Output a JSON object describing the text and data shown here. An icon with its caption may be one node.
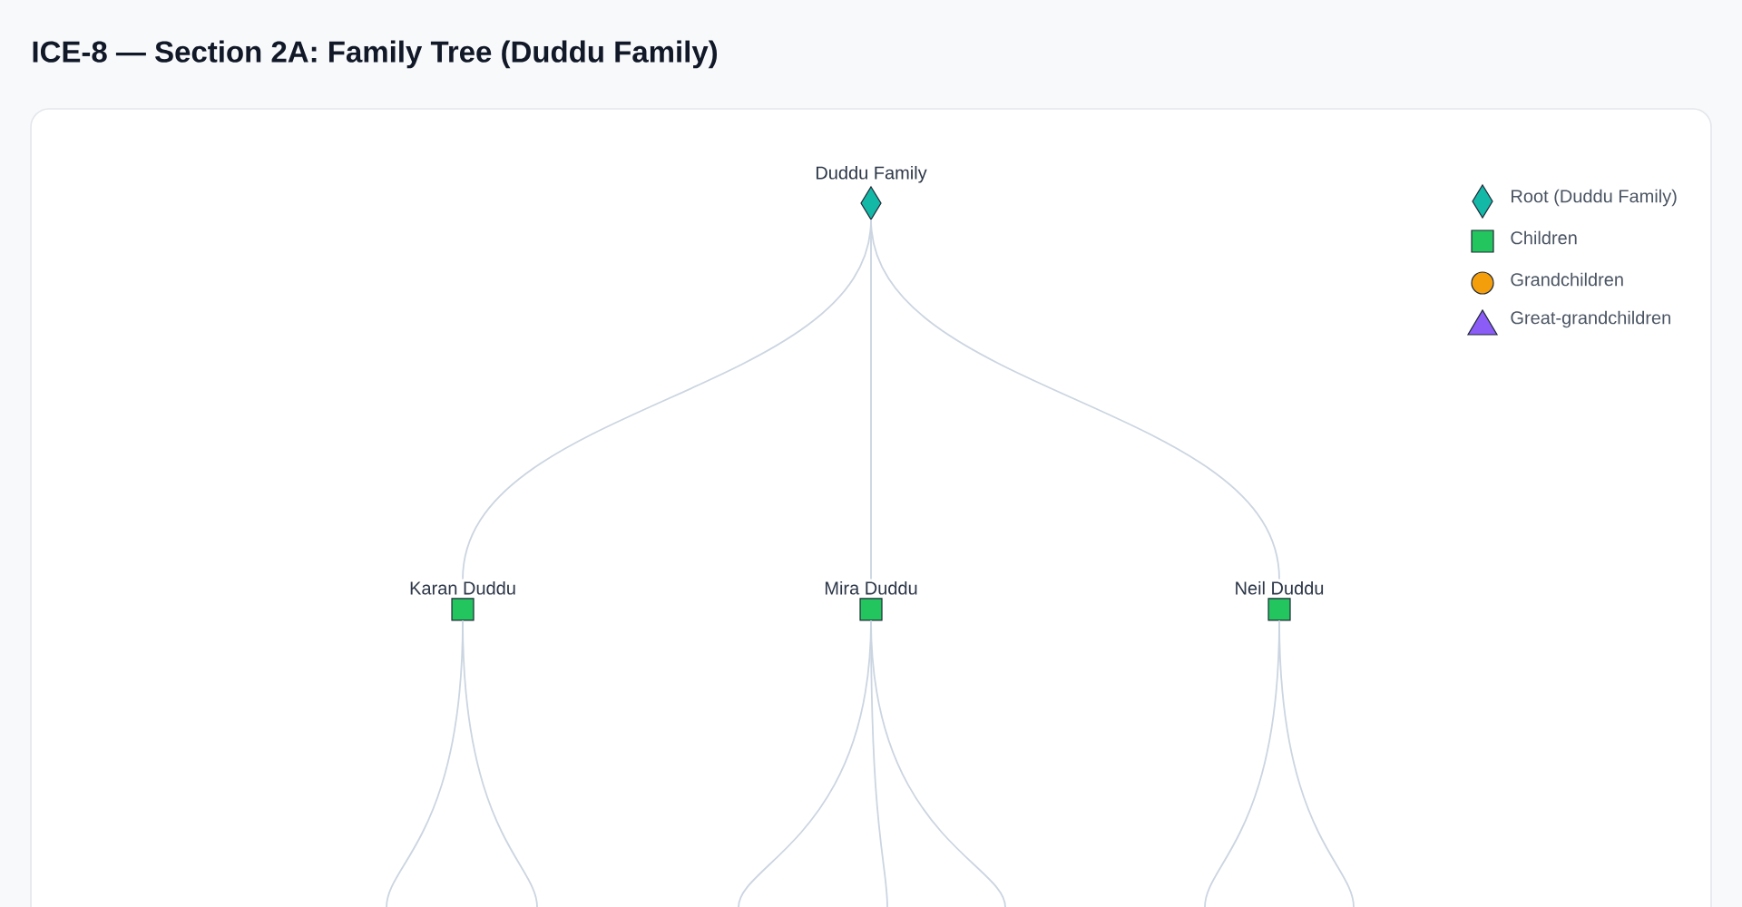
{
  "diagram": {
    "title": "ICE-8 — Section 2A: Family Tree (Duddu Family)",
    "nodes": [
      {
        "text": [
          "Duddu Family"
        ]
      },
      {
        "text": [
          "Karan Duddu"
        ]
      },
      {
        "text": [
          "Mira Duddu"
        ]
      },
      {
        "text": [
          "Neil Duddu"
        ]
      }
    ],
    "edges": [
      {
        "from": 0,
        "to": 1,
        "arrow": "none"
      },
      {
        "from": 0,
        "to": 2,
        "arrow": "none"
      },
      {
        "from": 0,
        "to": 3,
        "arrow": "none"
      },
      {
        "from": 1,
        "to": null,
        "arrow": "none"
      },
      {
        "from": 1,
        "to": null,
        "arrow": "none"
      },
      {
        "from": 2,
        "to": null,
        "arrow": "none"
      },
      {
        "from": 2,
        "to": null,
        "arrow": "none"
      },
      {
        "from": 2,
        "to": null,
        "arrow": "none"
      },
      {
        "from": 3,
        "to": null,
        "arrow": "none"
      },
      {
        "from": 3,
        "to": null,
        "arrow": "none"
      }
    ],
    "legend": [
      {
        "text": "Root (Duddu Family)",
        "color": "#14b8a6"
      },
      {
        "text": "Children",
        "color": "#22c55e"
      },
      {
        "text": "Grandchildren",
        "color": "#f59e0b"
      },
      {
        "text": "Great-grandchildren",
        "color": "#8b5cf6"
      }
    ]
  }
}
